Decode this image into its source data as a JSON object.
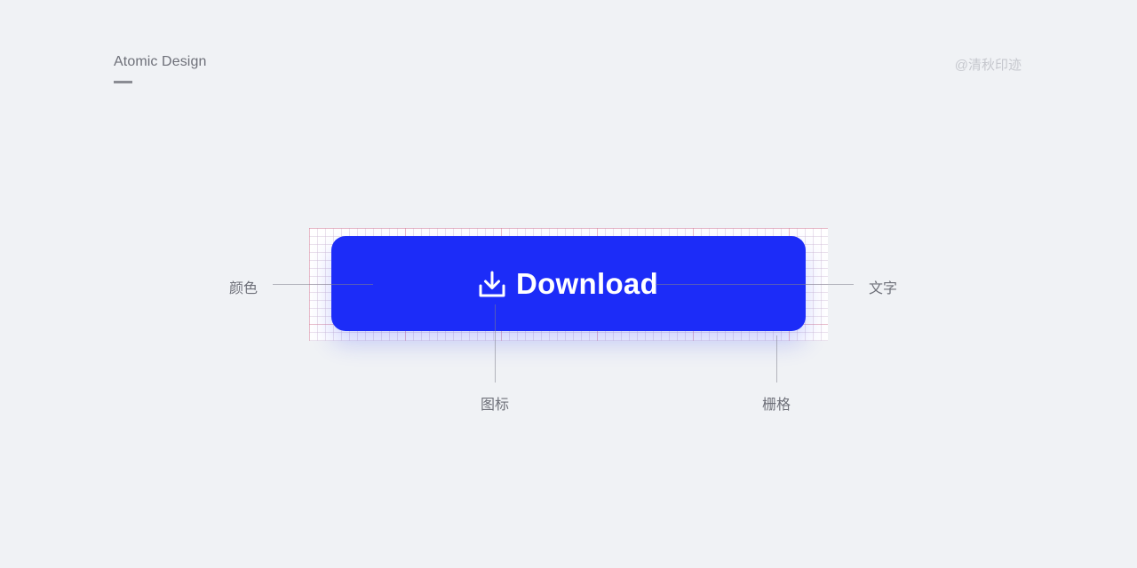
{
  "header": {
    "title": "Atomic Design",
    "watermark": "@清秋印迹"
  },
  "button": {
    "label": "Download",
    "icon": "download-icon"
  },
  "annotations": {
    "color": "颜色",
    "text": "文字",
    "icon": "图标",
    "grid": "栅格"
  },
  "colors": {
    "background": "#f0f2f5",
    "button": "#1c2cf8",
    "button_text": "#ffffff",
    "grid_major": "#e25a6e",
    "grid_minor": "#d2bed7"
  }
}
